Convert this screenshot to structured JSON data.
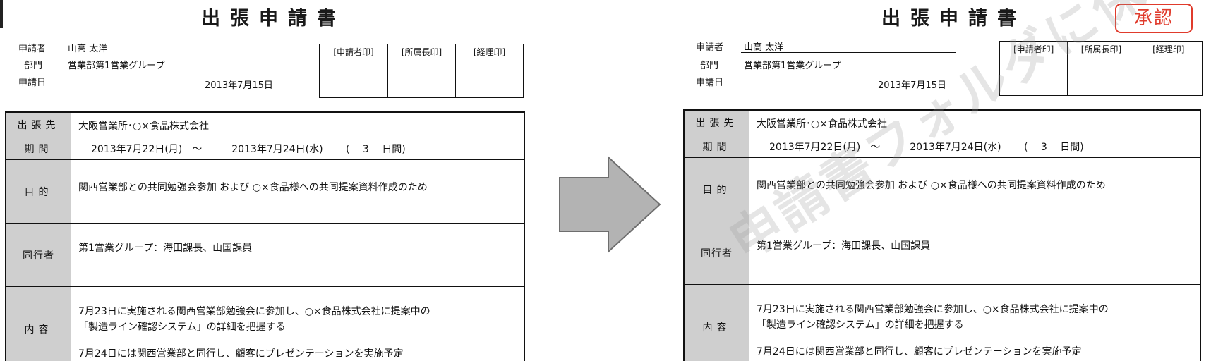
{
  "left": {
    "title": "出張申請書",
    "applicant_label": "申請者",
    "applicant": "山高 太洋",
    "dept_label": "部門",
    "dept": "営業部第1営業グループ",
    "date_label": "申請日",
    "date": "2013年7月15日",
    "stamps": [
      "[申請者印]",
      "[所属長印]",
      "[経理印]"
    ],
    "rows": {
      "destination_label": "出張先",
      "destination": "大阪営業所･○×食品株式会社",
      "period_label": "期間",
      "period": "2013年7月22日(月)　～　　　2013年7月24日(水)　　 (　 3　 日間)",
      "purpose_label": "目的",
      "purpose": "関西営業部との共同勉強会参加 および ○×食品様への共同提案資料作成のため",
      "companions_label": "同行者",
      "companions": "第1営業グループ：海田課長、山国課員",
      "content_label": "内容",
      "content_line1": "7月23日に実施される関西営業部勉強会に参加し、○×食品株式会社に提案中の",
      "content_line2": "「製造ライン確認システム」の詳細を把握する",
      "content_line3": "7月24日には関西営業部と同行し、顧客にプレゼンテーションを実施予定"
    }
  },
  "right": {
    "title": "出張申請書",
    "approval_stamp": "承認",
    "watermark": "申請書フォルダに保管",
    "applicant_label": "申請者",
    "applicant": "山高 太洋",
    "dept_label": "部門",
    "dept": "営業部第1営業グループ",
    "date_label": "申請日",
    "date": "2013年7月15日",
    "stamps": [
      "[申請者印]",
      "[所属長印]",
      "[経理印]"
    ],
    "rows": {
      "destination_label": "出張先",
      "destination": "大阪営業所･○×食品株式会社",
      "period_label": "期間",
      "period": "2013年7月22日(月)　～　　　2013年7月24日(水)　　 (　 3　 日間)",
      "purpose_label": "目的",
      "purpose": "関西営業部との共同勉強会参加 および ○×食品様への共同提案資料作成のため",
      "companions_label": "同行者",
      "companions": "第1営業グループ：海田課長、山国課員",
      "content_label": "内容",
      "content_line1": "7月23日に実施される関西営業部勉強会に参加し、○×食品株式会社に提案中の",
      "content_line2": "「製造ライン確認システム」の詳細を把握する",
      "content_line3": "7月24日には関西営業部と同行し、顧客にプレゼンテーションを実施予定"
    }
  },
  "arrow": {
    "fill": "#b3b3b3",
    "stroke": "#6e6e6e"
  },
  "colors": {
    "label_bg": "#cfcfcf",
    "stamp_red": "#e03b2c"
  }
}
